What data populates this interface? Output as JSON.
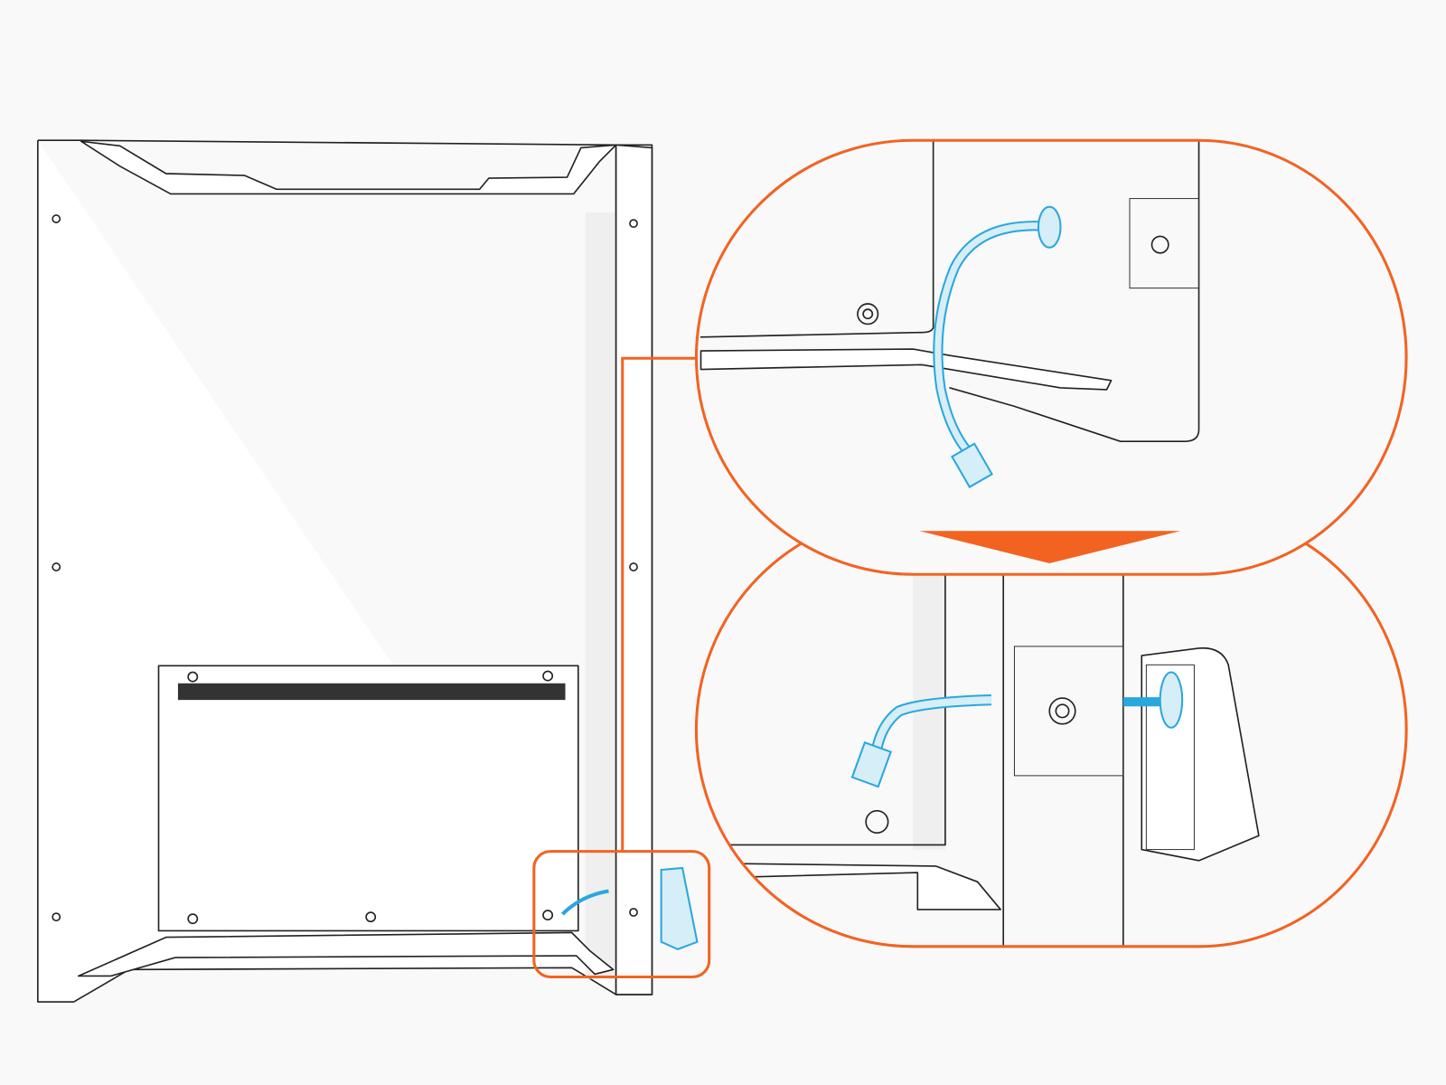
{
  "colors": {
    "background": "#f9f9f9",
    "accent_callout": "#F26322",
    "cable": "#2AA7DD",
    "cable_fill": "#D6EEF8",
    "line": "#222222"
  },
  "icons": {
    "arrow": "down-triangle-arrow",
    "screws": "screw-head",
    "cable": "cable-with-connector"
  }
}
